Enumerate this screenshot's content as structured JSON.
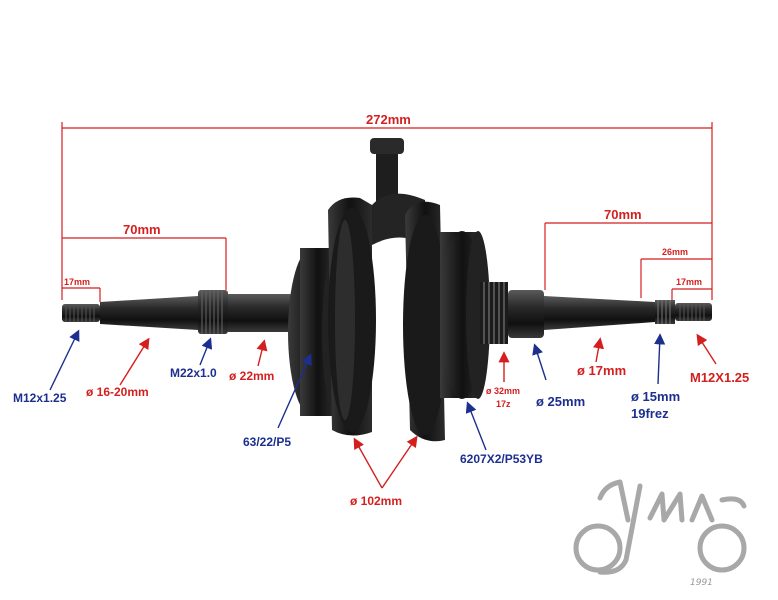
{
  "dimensions": {
    "total_length": "272mm",
    "left_section": "70mm",
    "right_section": "70mm",
    "left_thread_len": "17mm",
    "right_spline_len": "26mm",
    "right_thread_len": "17mm"
  },
  "labels": {
    "left_thread": "M12x1.25",
    "left_taper": "ø 16-20mm",
    "mid_thread": "M22x1.0",
    "left_journal": "ø 22mm",
    "left_bearing": "63/22/P5",
    "flywheel_dia": "ø 102mm",
    "right_bearing": "6207X2/P53YB",
    "gear_dia": "ø 32mm",
    "gear_teeth": "17z",
    "right_journal": "ø 25mm",
    "right_shaft": "ø 17mm",
    "spline_dia": "ø 15mm",
    "spline_teeth": "19frez",
    "right_thread": "M12X1.25"
  },
  "logo": {
    "year": "1991"
  },
  "colors": {
    "dimension": "#d41f1f",
    "pointer_blue": "#1c2f8f",
    "part": "#1b1b1b",
    "logo": "#9a9a9a"
  }
}
